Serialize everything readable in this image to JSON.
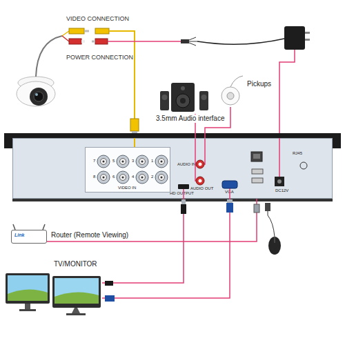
{
  "diagram": {
    "nodes": [
      {
        "text": [
          "3.5mm Audio interface"
        ]
      },
      {
        "text": [
          "Pickups"
        ]
      },
      {
        "text": [
          "AUDIO IN",
          "AUDIO OUT",
          "HD OUTPUT",
          "VGA",
          "RJ45",
          "DC12V"
        ]
      },
      {
        "text": [
          "7",
          "5",
          "3",
          "1",
          "8",
          "6",
          "4",
          "2",
          "VIDEO IN"
        ],
        "in": 2
      },
      {
        "text": [
          "Link",
          "Router (Remote Viewing)"
        ]
      },
      {
        "text": [
          "TV/MONITOR"
        ]
      }
    ],
    "edges": [
      {
        "from": 0,
        "to": 2,
        "arrow": "none"
      },
      {
        "from": 1,
        "to": 2,
        "arrow": "none"
      },
      {
        "from": 4,
        "to": 2,
        "arrow": "none"
      },
      {
        "from": 5,
        "to": 2,
        "arrow": "none"
      },
      {
        "from": 5,
        "to": 2,
        "arrow": "none"
      }
    ],
    "labels": [
      "VIDEO CONNECTION",
      "POWER CONNECTION"
    ]
  }
}
